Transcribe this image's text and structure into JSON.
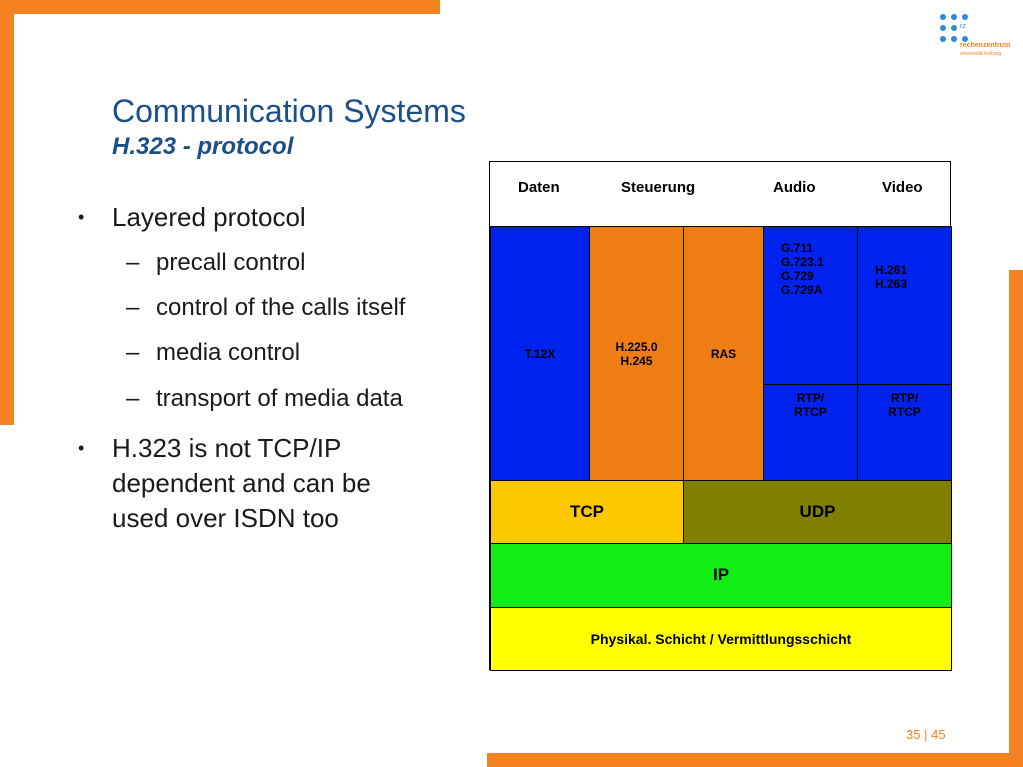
{
  "logo": {
    "tag": "rz",
    "name": "rechenzentrum",
    "sub": "universität freiburg"
  },
  "slide": {
    "title": "Communication Systems",
    "subtitle": "H.323 - protocol"
  },
  "bullets": [
    {
      "text": "Layered protocol",
      "subs": [
        "precall control",
        "control of the calls itself",
        "media control",
        "transport of media data"
      ]
    },
    {
      "text_lines": [
        "H.323 is not TCP/IP",
        "dependent and can be",
        "used over ISDN too"
      ]
    }
  ],
  "diagram": {
    "headers": [
      "Daten",
      "Steuerung",
      "Audio",
      "Video"
    ],
    "t12x": "T.12X",
    "h225": [
      "H.225.0",
      "H.245"
    ],
    "ras": "RAS",
    "audio_codecs": [
      "G.711",
      "G.723.1",
      "G.729",
      "G.729A"
    ],
    "video_codecs": [
      "H.261",
      "H.263"
    ],
    "rtp_audio": [
      "RTP/",
      "RTCP"
    ],
    "rtp_video": [
      "RTP/",
      "RTCP"
    ],
    "tcp": "TCP",
    "udp": "UDP",
    "ip": "IP",
    "physical": "Physikal. Schicht / Vermittlungsschicht"
  },
  "colors": {
    "accent": "#f58220",
    "title": "#1a4f8a",
    "blue": "#0022ee",
    "orange": "#ee7d14",
    "tcp": "#fdc800",
    "udp": "#808000",
    "ip": "#10ee14",
    "physical": "#ffff00"
  },
  "page": {
    "current": "35",
    "separator": "|",
    "total": "45"
  }
}
